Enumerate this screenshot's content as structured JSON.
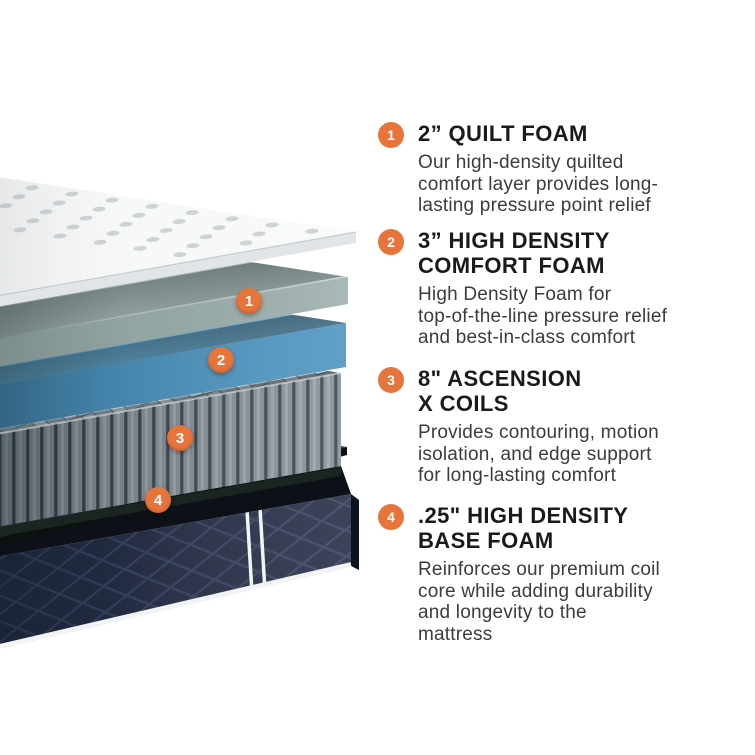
{
  "colors": {
    "accent": "#E6743B",
    "page-bg": "#FFFFFF",
    "heading-text": "#1A1A1A",
    "body-text": "#3C3C3C",
    "quilt": "#F7F8F8",
    "quilt-front": "#E2E5E7",
    "comfort": "#BFCCCA",
    "comfort-front": "#9DAFAD",
    "gel": "#6FB0D6",
    "gel-front": "#4E95C1",
    "coil-top": "#AFBAC3",
    "coil-front": "#878F96",
    "base-foam": "#1D2925",
    "cover": "#262D47",
    "piping": "#F2F3F4"
  },
  "diagram": {
    "markers": [
      {
        "label": "1",
        "layer": "quilt-foam"
      },
      {
        "label": "2",
        "layer": "comfort-foam"
      },
      {
        "label": "3",
        "layer": "coils"
      },
      {
        "label": "4",
        "layer": "base-foam"
      }
    ]
  },
  "legend": {
    "items": [
      {
        "number": "1",
        "title": "2” QUILT FOAM",
        "description": "Our high-density quilted\ncomfort layer provides long-\nlasting pressure point relief"
      },
      {
        "number": "2",
        "title": "3” HIGH DENSITY\nCOMFORT FOAM",
        "description": "High Density Foam for\ntop-of-the-line pressure relief\nand best-in-class comfort"
      },
      {
        "number": "3",
        "title": "8\" ASCENSION\nX COILS",
        "description": "Provides contouring, motion\nisolation, and edge support\nfor long-lasting comfort"
      },
      {
        "number": "4",
        "title": ".25\" HIGH DENSITY\nBASE FOAM",
        "description": "Reinforces our premium coil\ncore while adding durability\nand longevity to the\nmattress"
      }
    ]
  }
}
